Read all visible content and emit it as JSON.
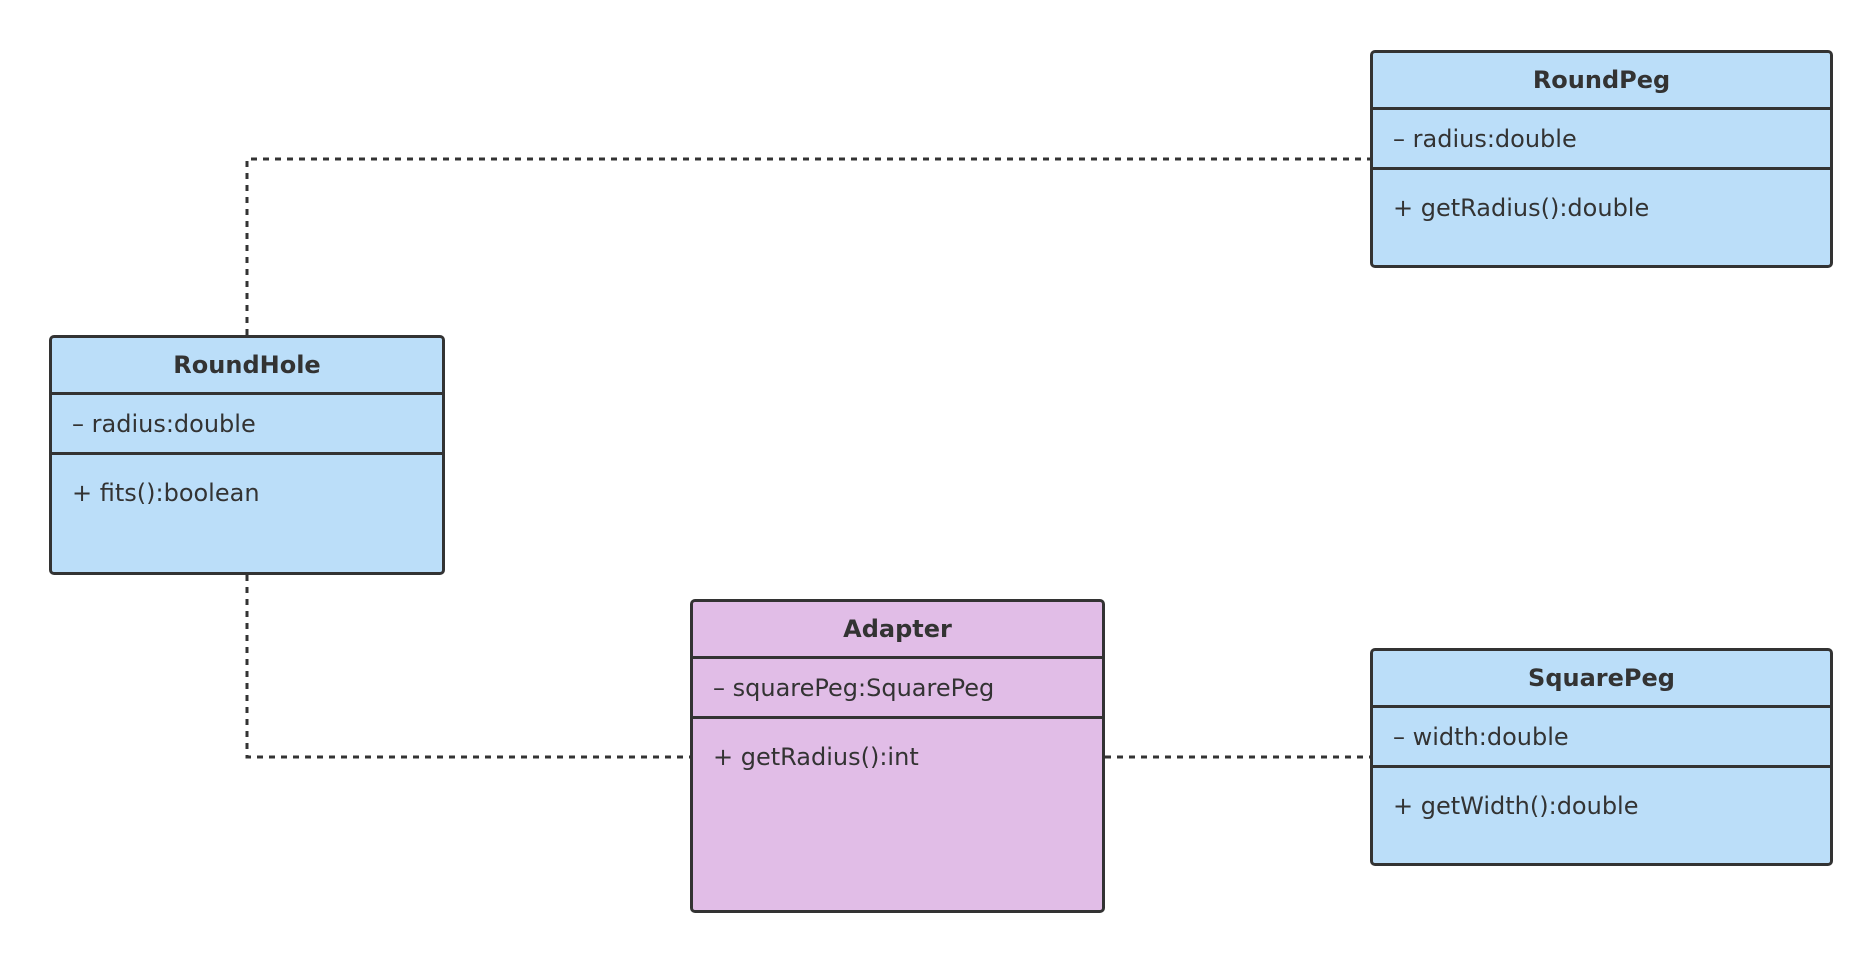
{
  "classes": {
    "round_peg": {
      "name": "RoundPeg",
      "attribute": "– radius:double",
      "method": "+ getRadius():double",
      "fill": "#bbdef9"
    },
    "round_hole": {
      "name": "RoundHole",
      "attribute": "– radius:double",
      "method": "+ fits():boolean",
      "fill": "#bbdef9"
    },
    "adapter": {
      "name": "Adapter",
      "attribute": "– squarePeg:SquarePeg",
      "method": "+ getRadius():int",
      "fill": "#e1bde7"
    },
    "square_peg": {
      "name": "SquarePeg",
      "attribute": "– width:double",
      "method": "+ getWidth():double",
      "fill": "#bbdef9"
    }
  },
  "connectors": [
    {
      "from": "RoundHole",
      "to": "RoundPeg",
      "style": "dotted"
    },
    {
      "from": "RoundHole",
      "to": "Adapter",
      "style": "dotted"
    },
    {
      "from": "Adapter",
      "to": "SquarePeg",
      "style": "dotted"
    }
  ],
  "colors": {
    "stroke": "#333333",
    "class_fill": "#bbdef9",
    "adapter_fill": "#e1bde7"
  }
}
